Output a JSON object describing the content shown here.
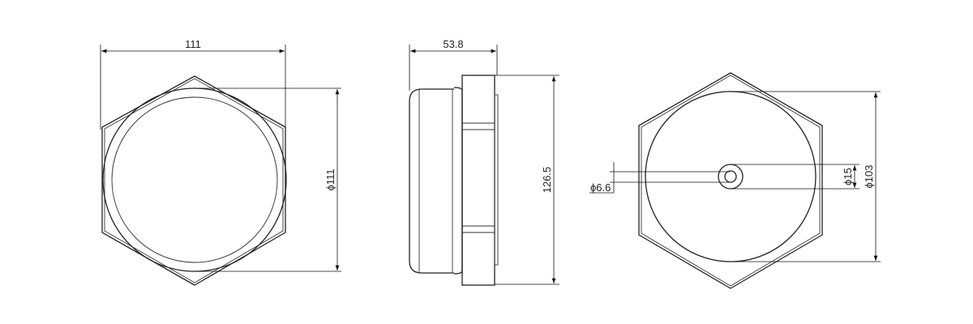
{
  "front_view": {
    "width_label": "111",
    "diameter_label": "ϕ111"
  },
  "side_view": {
    "depth_label": "53.8",
    "height_label": "126.5"
  },
  "back_view": {
    "hole_label": "ϕ6.6",
    "boss_label": "ϕ15",
    "diameter_label": "ϕ103"
  },
  "colors": {
    "line": "#222222",
    "background": "#ffffff"
  }
}
